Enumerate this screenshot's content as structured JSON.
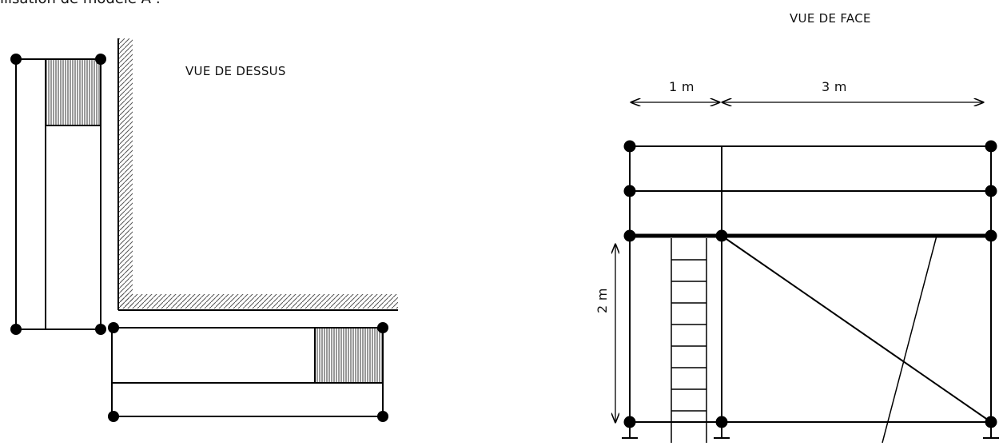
{
  "caption": "ilisation de modèle A :",
  "top_view": {
    "title": "VUE DE DESSUS"
  },
  "front_view": {
    "title": "VUE DE FACE",
    "dimensions": {
      "width_left": "1 m",
      "width_right": "3 m",
      "height": "2 m"
    }
  },
  "colors": {
    "stroke": "#000000",
    "hatch": "#555555",
    "background": "#ffffff"
  }
}
